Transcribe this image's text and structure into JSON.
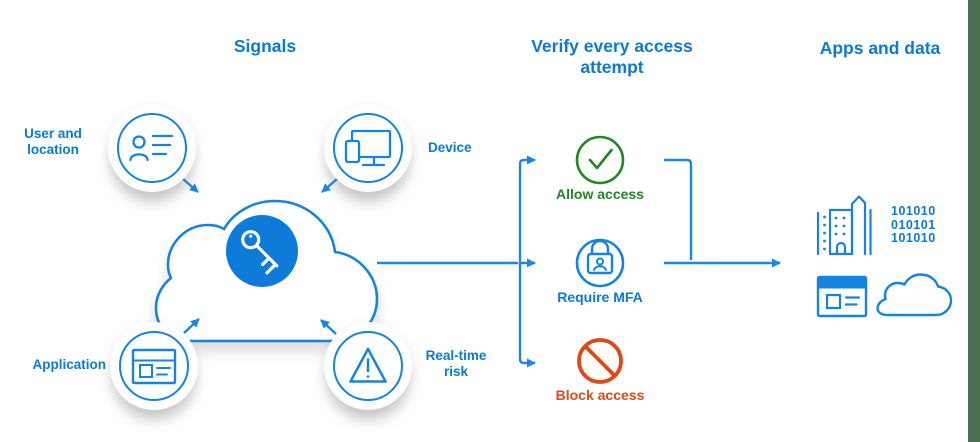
{
  "colors": {
    "blue_text": "#0c79d2",
    "blue_stroke": "#1584de",
    "connector_blue": "#1b86e6",
    "hub_fill": "#0d7bd7",
    "green": "#218721",
    "red": "#dd4a18",
    "edge_green": "#4c6e52"
  },
  "headings": {
    "signals": "Signals",
    "verify": "Verify every access attempt",
    "apps_and_data": "Apps and data"
  },
  "signals": {
    "user_location": {
      "label": "User and location",
      "icon": "contact-card-icon"
    },
    "device": {
      "label": "Device",
      "icon": "devices-icon"
    },
    "application": {
      "label": "Application",
      "icon": "app-window-icon"
    },
    "realtime_risk": {
      "label": "Real-time risk",
      "icon": "warning-triangle-icon"
    }
  },
  "hub": {
    "icon": "key-icon"
  },
  "verify": {
    "allow": {
      "label": "Allow access",
      "icon": "checkmark-circle-icon",
      "color": "#218721"
    },
    "mfa": {
      "label": "Require MFA",
      "icon": "mfa-lock-icon",
      "color": "#0c79d2"
    },
    "block": {
      "label": "Block access",
      "icon": "block-circle-icon",
      "color": "#dd4a18"
    }
  },
  "apps": {
    "binary": [
      "101010",
      "010101",
      "101010"
    ],
    "icons": [
      "building-icon",
      "binary-data-text",
      "app-window-icon",
      "cloud-icon"
    ]
  }
}
